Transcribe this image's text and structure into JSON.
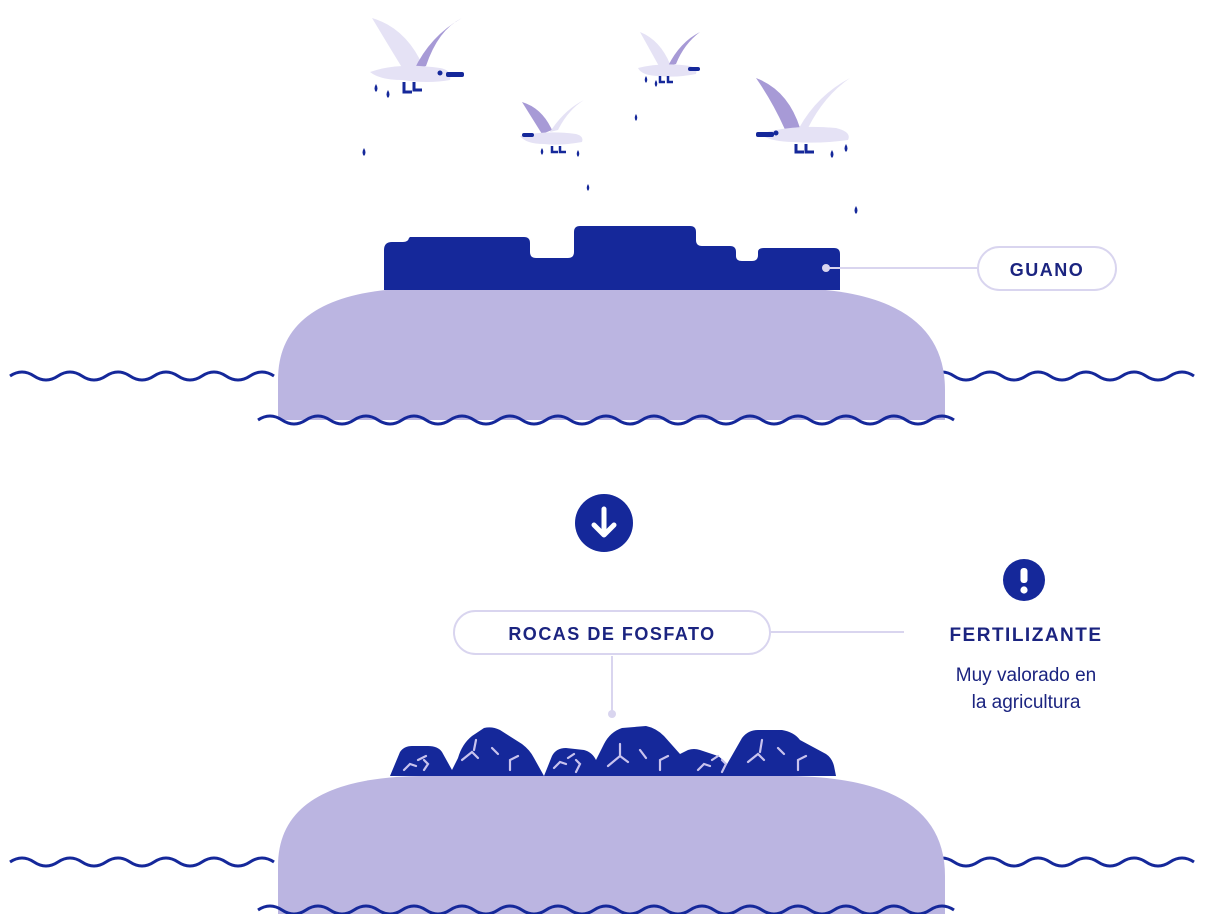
{
  "labels": {
    "guano": "GUANO",
    "phosphate": "ROCAS DE FOSFATO",
    "fertilizer_title": "FERTILIZANTE",
    "fertilizer_desc_line1": "Muy valorado en",
    "fertilizer_desc_line2": "la agricultura"
  },
  "icons": {
    "transition": "arrow-down-icon",
    "alert": "exclamation-icon"
  },
  "colors": {
    "navy": "#15289a",
    "lavender": "#bbb5e1",
    "bird_light": "#e5e2f5",
    "bird_mid": "#a79ad6",
    "pill_border": "#d9d5ef",
    "rock_crack": "#c9c3ee",
    "text_dark": "#1b2480"
  }
}
